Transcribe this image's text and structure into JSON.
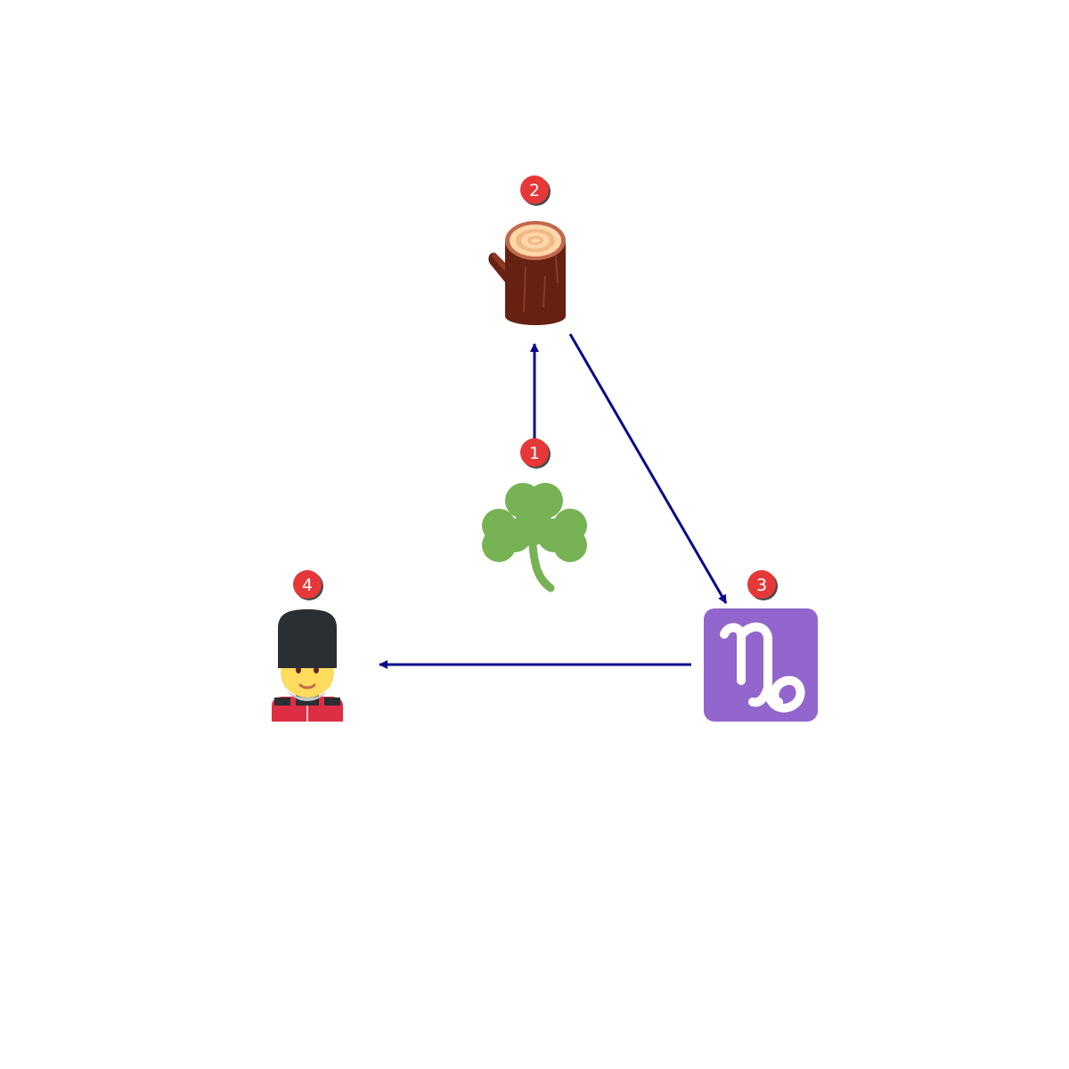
{
  "diagram": {
    "colors": {
      "arrow": "#0a0a8c",
      "badge_fill": "#e63838",
      "badge_shadow": "#4a4a4a",
      "badge_text": "#ffffff"
    },
    "nodes": [
      {
        "id": "n1",
        "number": "1",
        "icon": "shamrock-icon",
        "color": "#77b255"
      },
      {
        "id": "n2",
        "number": "2",
        "icon": "wood-log-icon",
        "color": "#662113"
      },
      {
        "id": "n3",
        "number": "3",
        "icon": "capricorn-icon",
        "color": "#9266cc"
      },
      {
        "id": "n4",
        "number": "4",
        "icon": "guard-icon",
        "color": "#292f33"
      }
    ],
    "edges": [
      {
        "from": "1",
        "to": "2"
      },
      {
        "from": "2",
        "to": "3"
      },
      {
        "from": "3",
        "to": "4"
      }
    ]
  }
}
